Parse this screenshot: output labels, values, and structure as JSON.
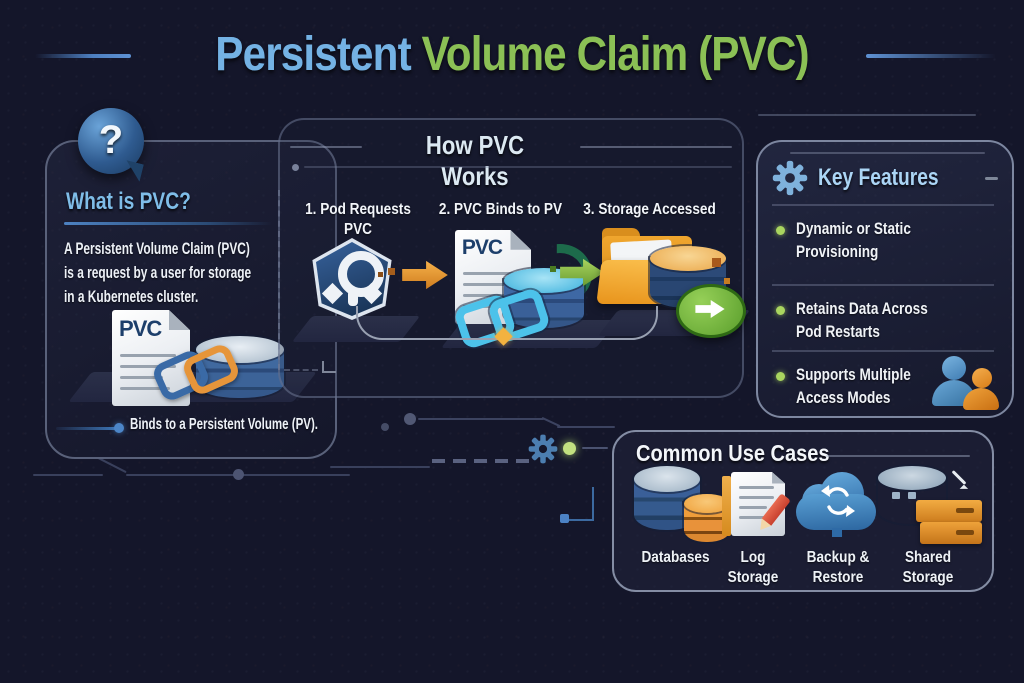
{
  "title": {
    "blue": "Persistent",
    "green": " Volume Claim (PVC)"
  },
  "icons": {
    "question_mark": "?"
  },
  "what_is_pvc": {
    "heading": "What is PVC?",
    "description_lines": [
      "A Persistent Volume Claim (PVC)",
      "is a request by a user for storage",
      "in a Kubernetes cluster."
    ],
    "doc_label": "PVC",
    "caption": "Binds to a Persistent Volume (PV)."
  },
  "how_pvc_works": {
    "heading": "How PVC Works",
    "steps": [
      {
        "label": "1. Pod Requests PVC"
      },
      {
        "label": "2. PVC Binds to PV",
        "doc_label": "PVC"
      },
      {
        "label": "3. Storage Accessed"
      }
    ]
  },
  "key_features": {
    "heading": "Key Features",
    "items": [
      "Dynamic or Static Provisioning",
      "Retains Data Across Pod Restarts",
      "Supports Multiple Access Modes"
    ]
  },
  "common_use_cases": {
    "heading": "Common Use Cases",
    "items": [
      "Databases",
      "Log Storage",
      "Backup & Restore",
      "Shared Storage"
    ]
  },
  "colors": {
    "background": "#14162a",
    "title_blue": "#74b2e4",
    "title_green": "#8bc055",
    "heading_blue": "#7fbde8",
    "bullet_green": "#a9d55f",
    "accent_orange": "#f0a23c",
    "arrow_green": "#8cc34e"
  }
}
